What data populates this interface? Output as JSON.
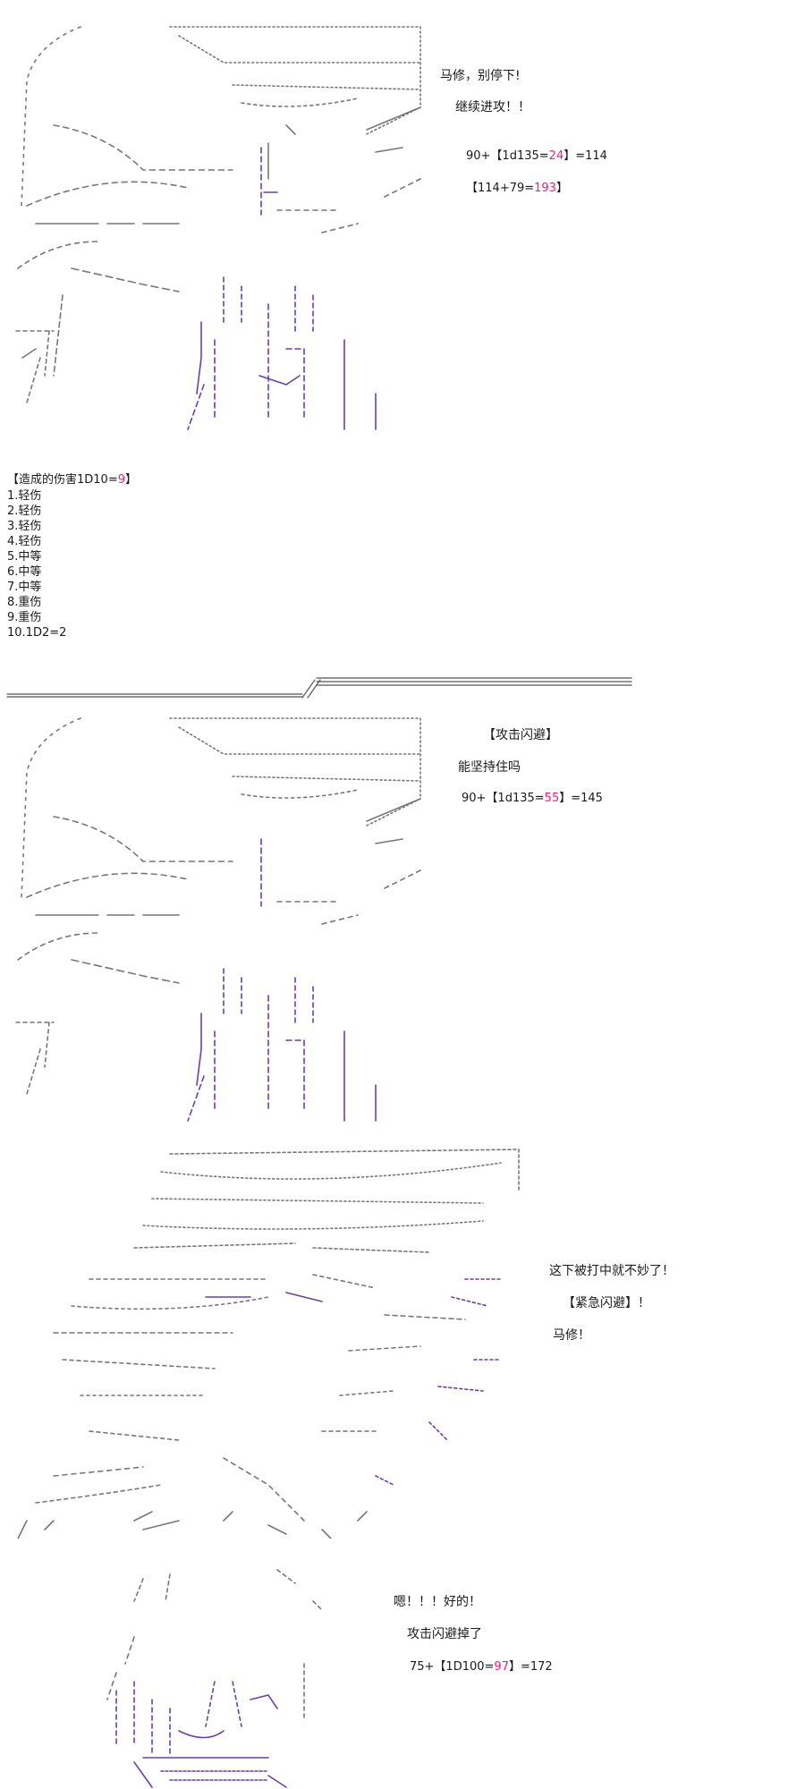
{
  "panel1": {
    "lines": [
      "马修，别停下!",
      "继续进攻！！"
    ],
    "roll1": {
      "prefix": "90+【1d135=",
      "value": "24",
      "suffix": "】=114"
    },
    "roll2": {
      "prefix": "【114+79=",
      "value": "193",
      "suffix": "】"
    }
  },
  "damage": {
    "title_prefix": "【造成的伤害1D10=",
    "title_value": "9",
    "title_suffix": "】",
    "items": [
      "1.轻伤",
      "2.轻伤",
      "3.轻伤",
      "4.轻伤",
      "5.中等",
      "6.中等",
      "7.中等",
      "8.重伤",
      "9.重伤",
      "10.1D2=2"
    ]
  },
  "panel2": {
    "lines": [
      "【攻击闪避】",
      "能坚持住吗"
    ],
    "roll": {
      "prefix": "90+【1d135=",
      "value": "55",
      "suffix": "】=145"
    }
  },
  "panel3": {
    "lines": [
      "这下被打中就不妙了！",
      "【紧急闪避】！",
      "马修！"
    ]
  },
  "panel4": {
    "lines": [
      "嗯！！！好的！",
      "攻击闪避掉了"
    ],
    "roll": {
      "prefix": "75+【1D100=",
      "value": "97",
      "suffix": "】=172"
    }
  },
  "colors": {
    "highlight": "#e8207a",
    "roll_blue": "#2a3cc8",
    "art_gray": "#777777",
    "art_purple": "#6a3fa8"
  }
}
